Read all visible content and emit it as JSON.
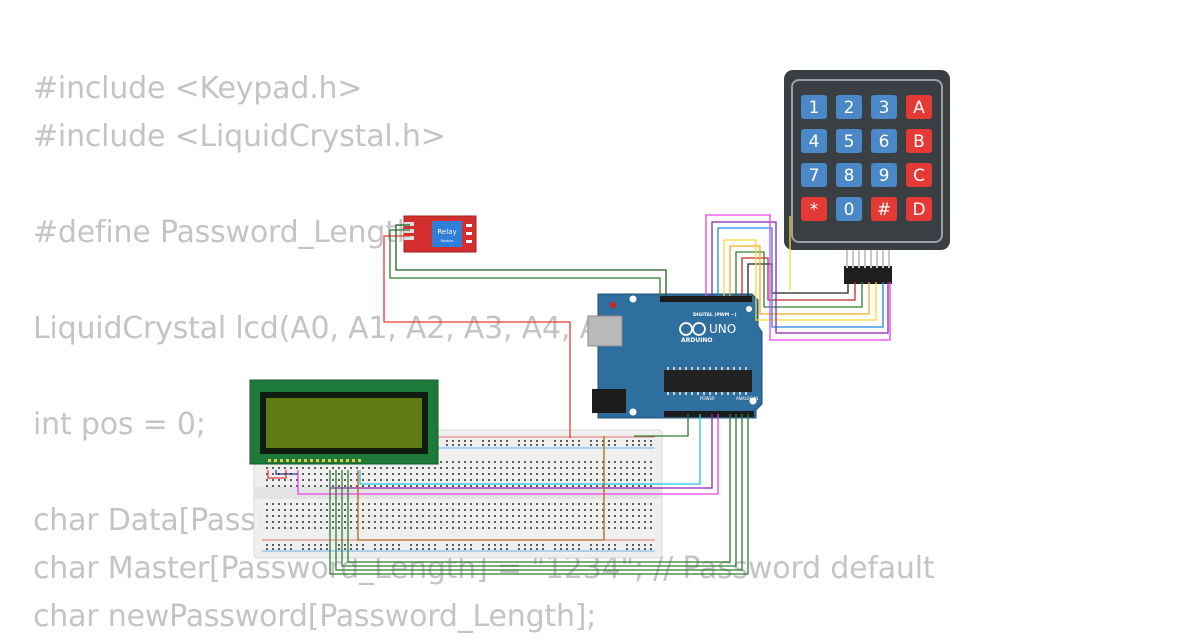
{
  "code": {
    "lines": [
      "#include <Keypad.h>",
      "#include <LiquidCrystal.h>",
      "",
      "#define Password_Length",
      "",
      "LiquidCrystal lcd(A0, A1, A2, A3, A4, A5);",
      "",
      "int pos = 0;",
      "",
      "char Data[Password_Length];",
      "char Master[Password_Length] = \"1234\"; // Password default",
      "char newPassword[Password_Length];"
    ]
  },
  "keypad": {
    "keys": [
      "1",
      "2",
      "3",
      "A",
      "4",
      "5",
      "6",
      "B",
      "7",
      "8",
      "9",
      "C",
      "*",
      "0",
      "#",
      "D"
    ]
  },
  "relay": {
    "label": "Relay",
    "sublabel": "Module"
  },
  "arduino": {
    "model": "UNO",
    "brand": "ARDUINO",
    "digital_label": "DIGITAL (PWM ~)",
    "power_label": "POWER",
    "analog_label": "ANALOG IN"
  },
  "colors": {
    "code_text": "#c4c4c4",
    "keypad_body": "#3a3f44",
    "key_blue": "#4a88c7",
    "key_red": "#e53935",
    "arduino_board": "#2f6fa0",
    "lcd_pcb": "#1d7a3a",
    "lcd_screen": "#5e7a10",
    "relay_board": "#d32f2f",
    "breadboard": "#f0f0f0"
  }
}
